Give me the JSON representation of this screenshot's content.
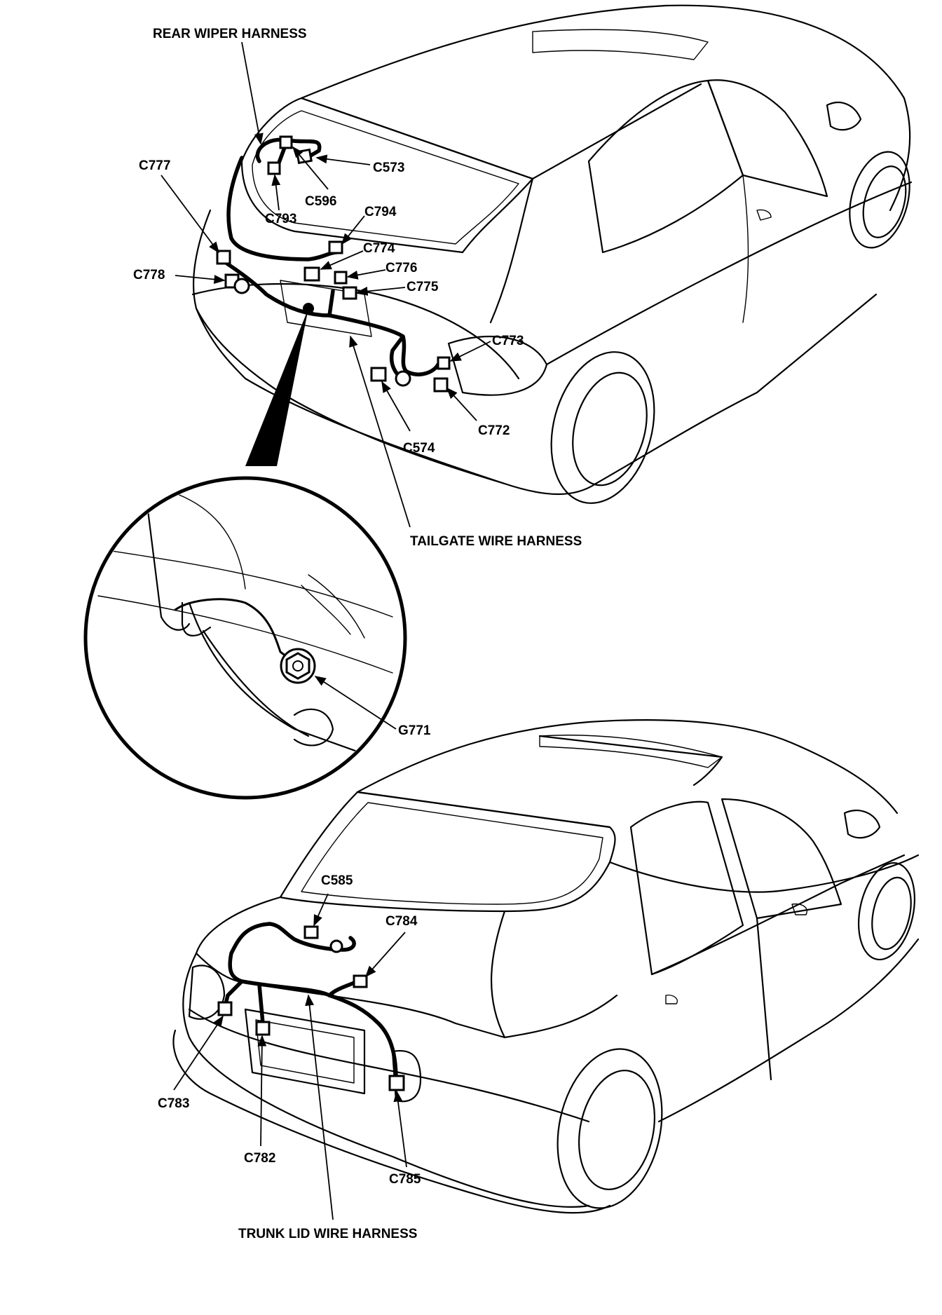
{
  "hatchback": {
    "rear_wiper_harness": "REAR WIPER HARNESS",
    "tailgate_wire_harness": "TAILGATE WIRE HARNESS",
    "connectors": {
      "c573": "C573",
      "c596": "C596",
      "c793": "C793",
      "c777": "C777",
      "c794": "C794",
      "c774": "C774",
      "c776": "C776",
      "c775": "C775",
      "c778": "C778",
      "c773": "C773",
      "c772": "C772",
      "c574": "C574"
    }
  },
  "detail": {
    "ground": "G771"
  },
  "sedan": {
    "trunk_lid_wire_harness": "TRUNK LID WIRE HARNESS",
    "connectors": {
      "c585": "C585",
      "c784": "C784",
      "c783": "C783",
      "c782": "C782",
      "c785": "C785"
    }
  }
}
